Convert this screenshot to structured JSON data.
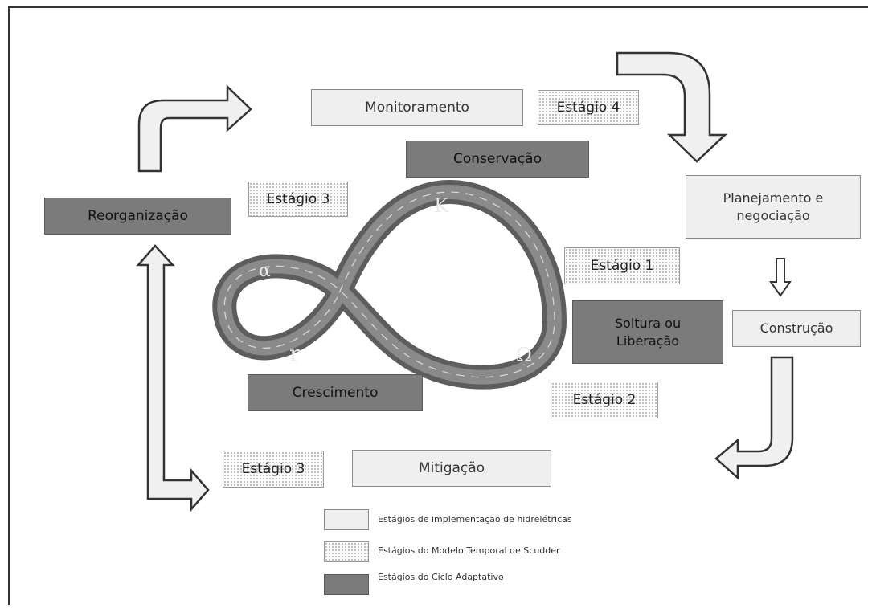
{
  "boxes": {
    "monitoramento": "Monitoramento",
    "estagio4": "Estágio 4",
    "conservacao": "Conservação",
    "reorganizacao": "Reorganização",
    "estagio3_top": "Estágio 3",
    "planejamento_line1": "Planejamento e",
    "planejamento_line2": "negociação",
    "estagio1": "Estágio 1",
    "soltura_line1": "Soltura ou",
    "soltura_line2": "Liberação",
    "construcao": "Construção",
    "crescimento": "Crescimento",
    "estagio2": "Estágio 2",
    "estagio3_bottom": "Estágio 3",
    "mitigacao": "Mitigação"
  },
  "loop_symbols": {
    "alpha": "α",
    "k": "K",
    "r": "r",
    "omega": "Ω"
  },
  "legend": [
    {
      "text": "Estágios de implementação de hidrelétricas",
      "style": "light"
    },
    {
      "text": "Estágios do Modelo Temporal  de Scudder",
      "style": "dotted"
    },
    {
      "text": "Estágios do Ciclo Adaptativo",
      "style": "dark"
    }
  ],
  "colors": {
    "light_box": "#efefef",
    "dark_box": "#7b7b7b",
    "loop": "#6e6e6e",
    "arrow_fill": "#f0f0f0",
    "arrow_stroke": "#333333"
  }
}
